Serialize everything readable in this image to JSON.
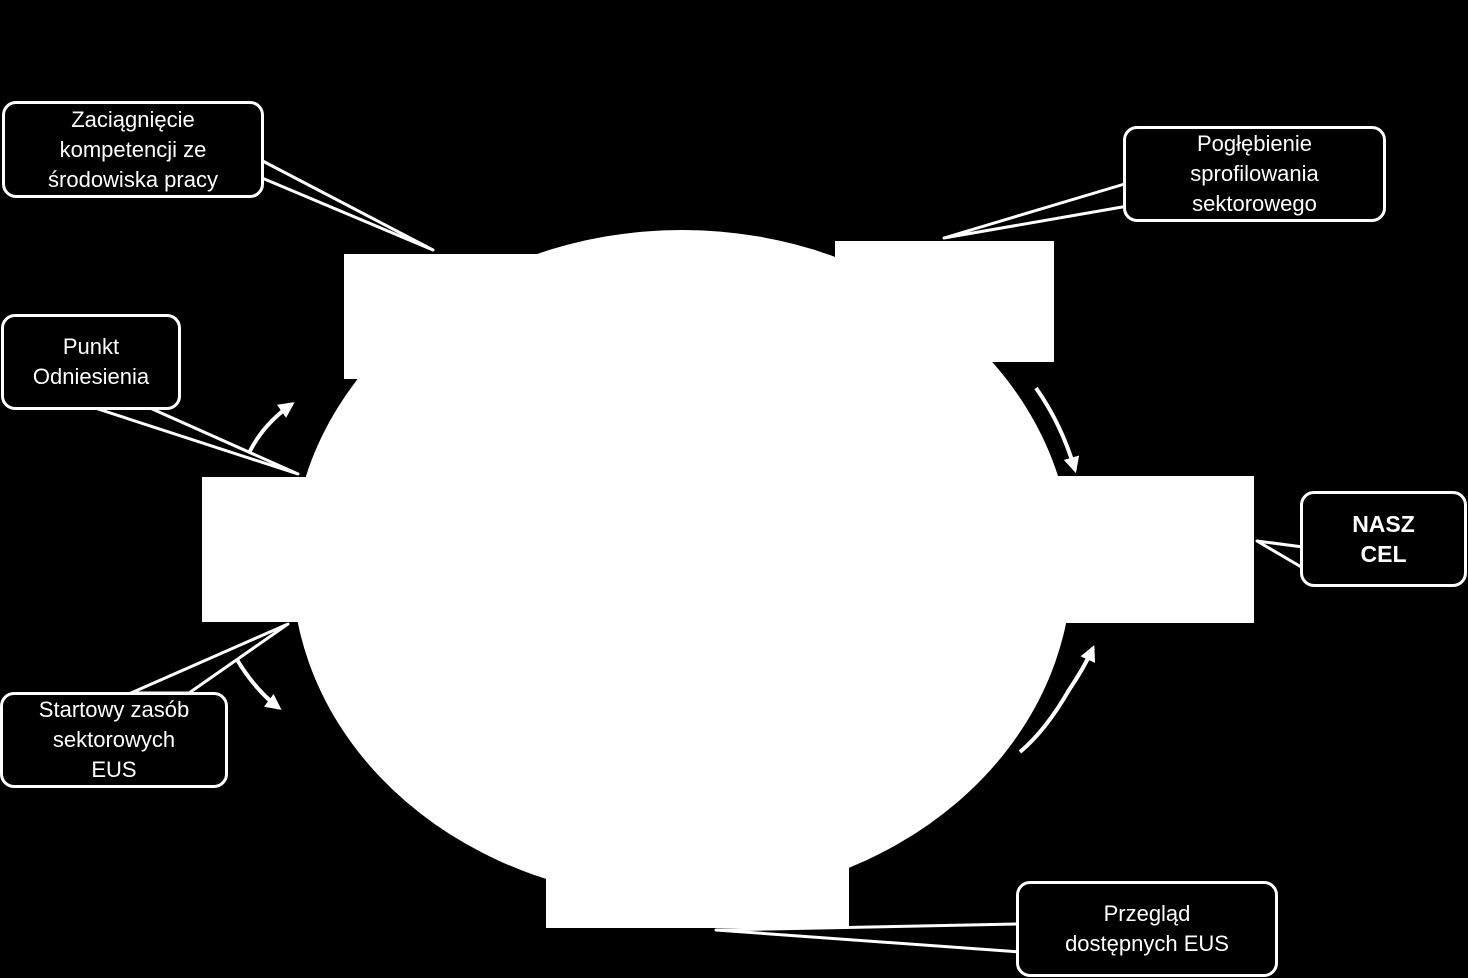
{
  "colors": {
    "background": "#000000",
    "shapes": "#ffffff",
    "text": "#ffffff"
  },
  "callouts": {
    "competences": "Zaciągnięcie\nkompetencji ze\nśrodowiska pracy",
    "profiling": "Pogłębienie\nsprofilowania\nsektorowego",
    "reference": "Punkt\nOdniesienia",
    "goal": "NASZ\nCEL",
    "start": "Startowy zasób\nsektorowych\nEUS",
    "review": "Przegląd\ndostępnych EUS"
  }
}
